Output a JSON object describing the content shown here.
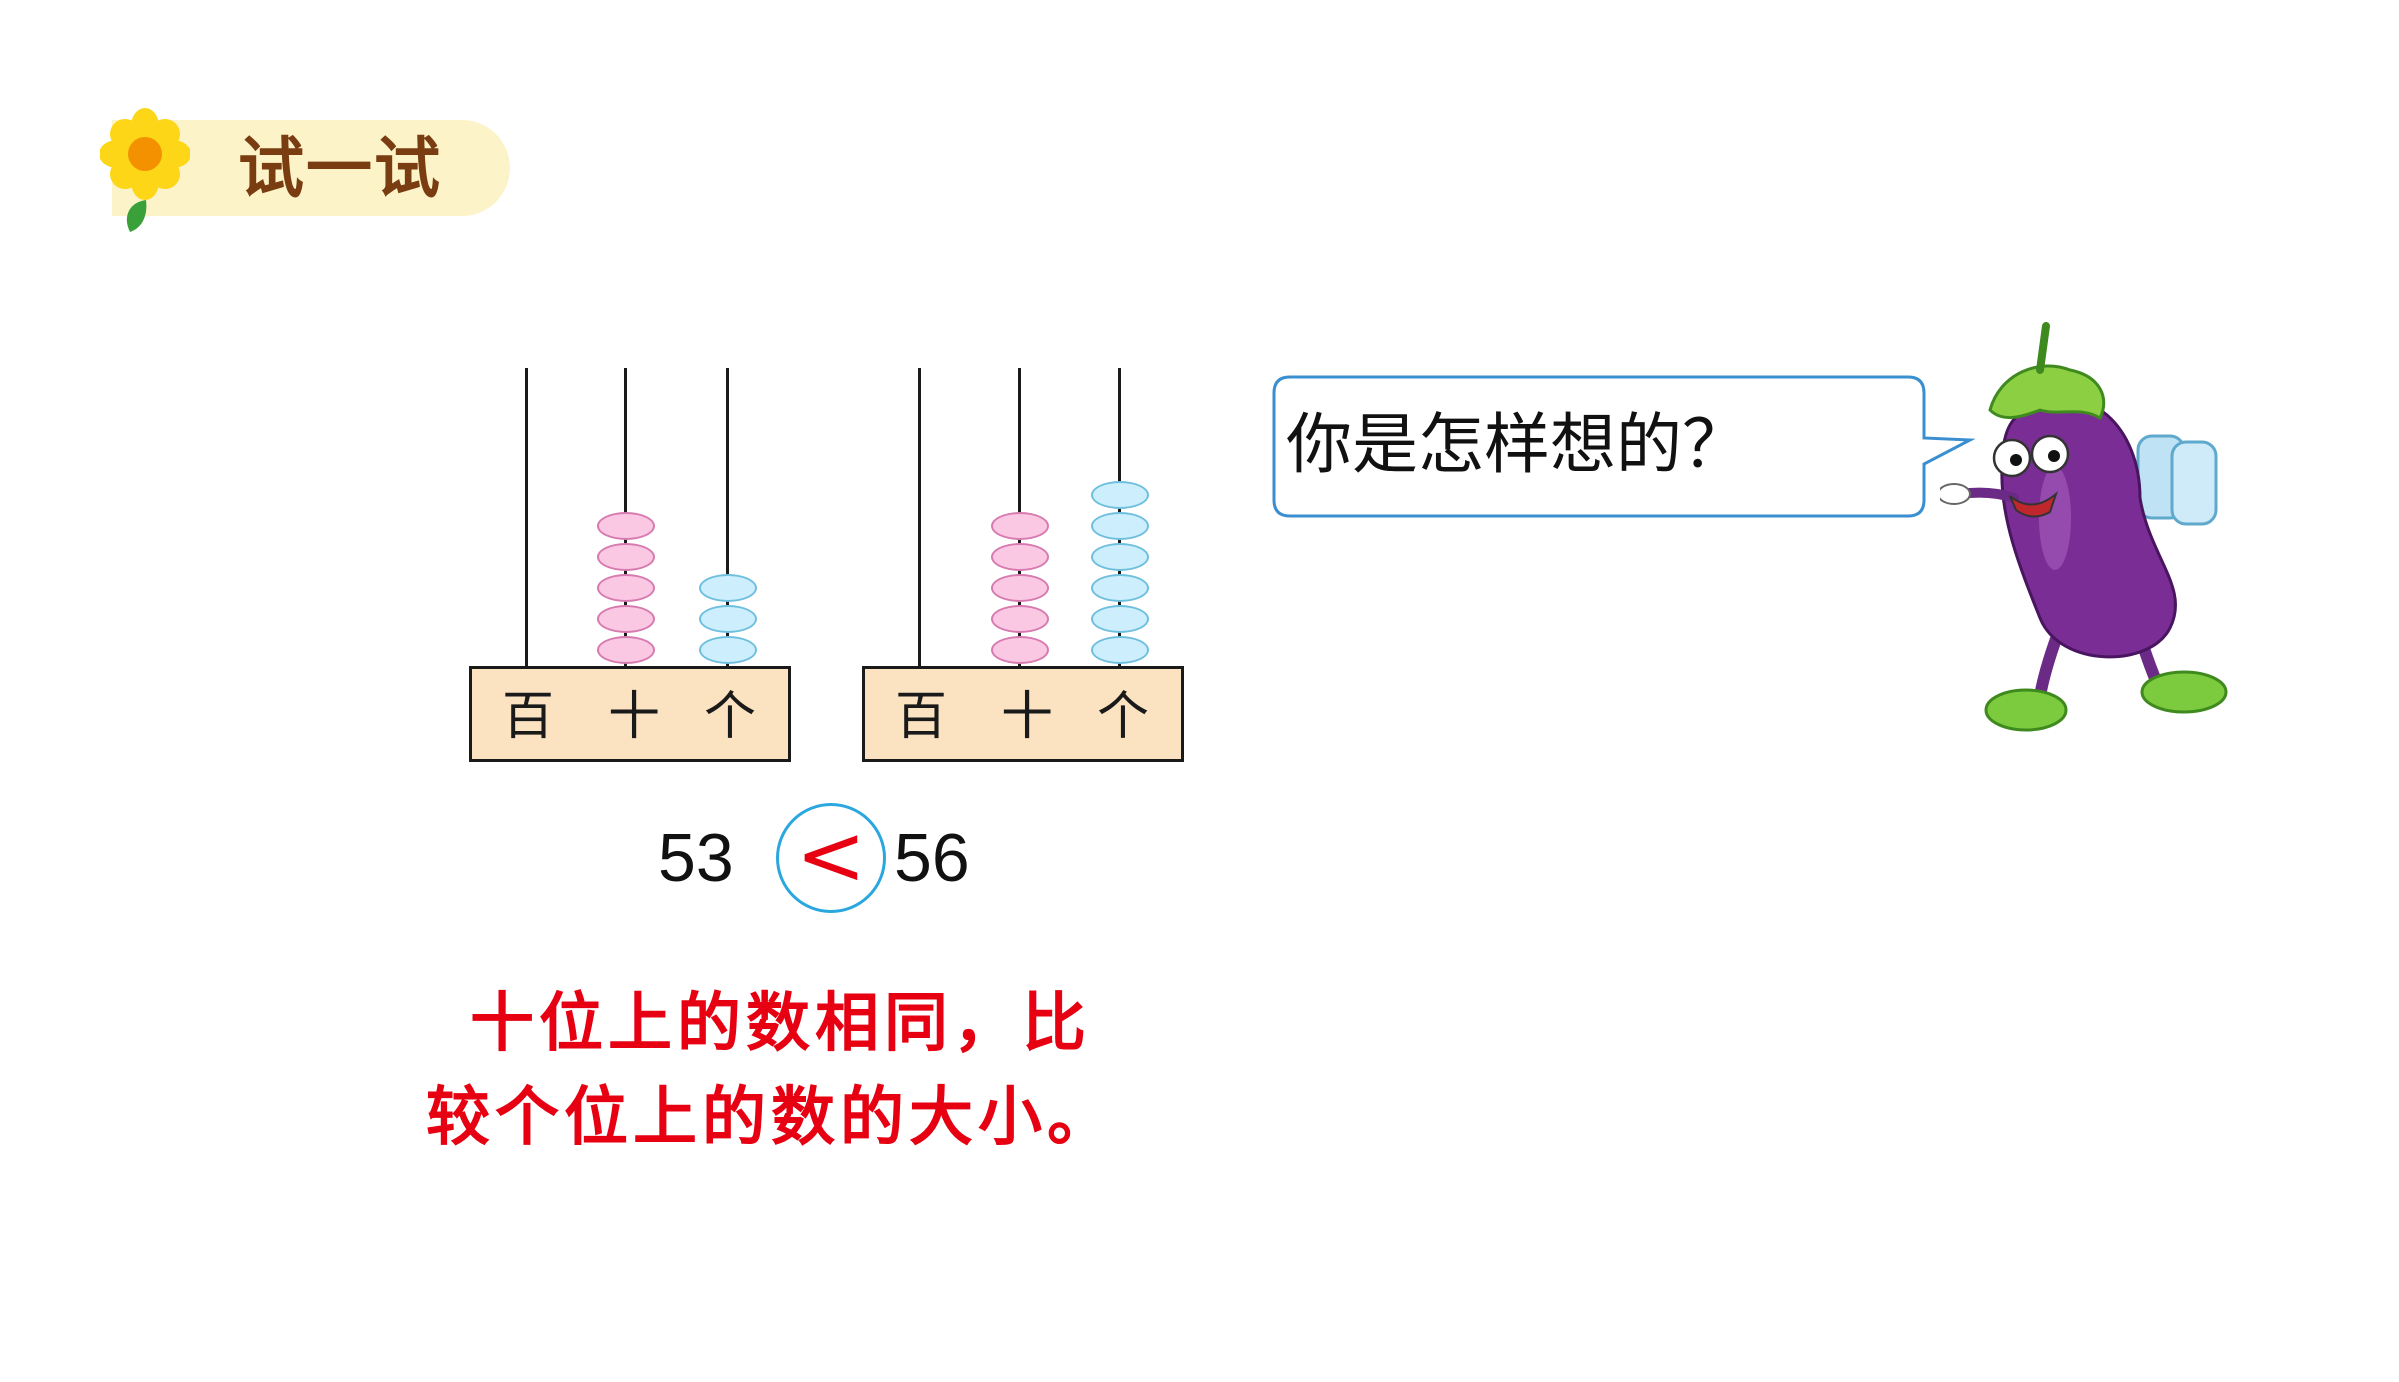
{
  "header": {
    "title": "试一试"
  },
  "abacus_left": {
    "places": [
      "百",
      "十",
      "个"
    ],
    "beads": {
      "hundreds": 0,
      "tens": 5,
      "ones": 3
    }
  },
  "abacus_right": {
    "places": [
      "百",
      "十",
      "个"
    ],
    "beads": {
      "hundreds": 0,
      "tens": 5,
      "ones": 6
    }
  },
  "comparison": {
    "left": "53",
    "symbol": "<",
    "right": "56"
  },
  "explanation": {
    "line1": "十位上的数相同，比",
    "line2": "较个位上的数的大小。"
  },
  "speech": {
    "text": "你是怎样想的？"
  },
  "colors": {
    "tens_bead": "#fbc8e3",
    "ones_bead": "#cdeefc",
    "explanation_text": "#e60012",
    "comparison_circle": "#2aa7de",
    "header_text": "#7a3d12"
  }
}
